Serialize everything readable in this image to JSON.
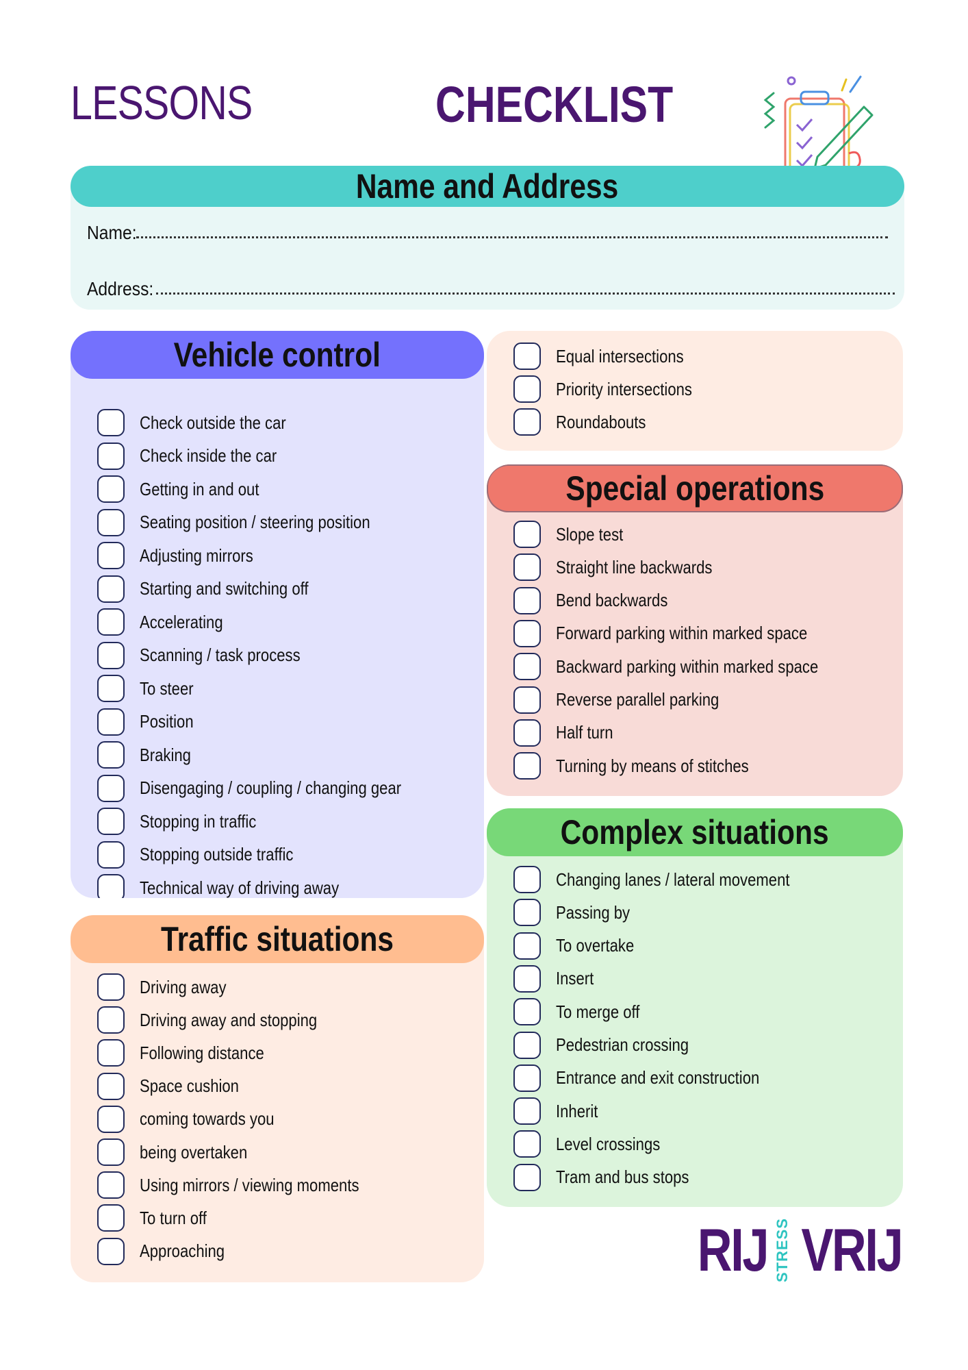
{
  "header": {
    "title_left": "LESSONS",
    "title_right": "CHECKLIST"
  },
  "name_address": {
    "title": "Name and Address",
    "name_label": "Name:",
    "address_label": "Address:"
  },
  "sections": {
    "vehicle_control": {
      "title": "Vehicle control",
      "items": [
        "Check outside the car",
        "Check inside the car",
        "Getting in and out",
        "Seating position / steering position",
        "Adjusting mirrors",
        "Starting and switching off",
        "Accelerating",
        "Scanning / task process",
        "To steer",
        "Position",
        "Braking",
        "Disengaging / coupling / changing gear",
        "Stopping in traffic",
        "Stopping outside traffic",
        "Technical way of driving away"
      ]
    },
    "traffic_situations": {
      "title": "Traffic situations",
      "items": [
        "Driving away",
        "Driving away and stopping",
        "Following distance",
        "Space cushion",
        "coming towards you",
        "being overtaken",
        "Using mirrors / viewing moments",
        "To turn off",
        "Approaching"
      ]
    },
    "intersections": {
      "items": [
        "Equal intersections",
        "Priority intersections",
        "Roundabouts"
      ]
    },
    "special_operations": {
      "title": "Special operations",
      "items": [
        "Slope test",
        "Straight line backwards",
        "Bend backwards",
        "Forward parking within marked space",
        "Backward parking within marked space",
        "Reverse parallel parking",
        "Half turn",
        "Turning by means of stitches"
      ]
    },
    "complex_situations": {
      "title": "Complex situations",
      "items": [
        "Changing lanes / lateral movement",
        "Passing by",
        "To overtake",
        "Insert",
        "To merge off",
        "Pedestrian crossing",
        "Entrance and exit construction",
        "Inherit",
        "Level crossings",
        "Tram and bus stops"
      ]
    }
  },
  "brand": {
    "left": "RIJ",
    "middle": "STRESS",
    "right": "VRIJ"
  },
  "colors": {
    "title_purple": "#4a1670",
    "teal": "#4ecfcb",
    "vehicle_header": "#7471fd",
    "vehicle_bg": "#e3e3fd",
    "traffic_header": "#ffbd90",
    "traffic_bg": "#feece3",
    "special_header": "#ef786c",
    "special_bg": "#f8dbd7",
    "complex_header": "#78d878",
    "complex_bg": "#dcf4dc"
  }
}
